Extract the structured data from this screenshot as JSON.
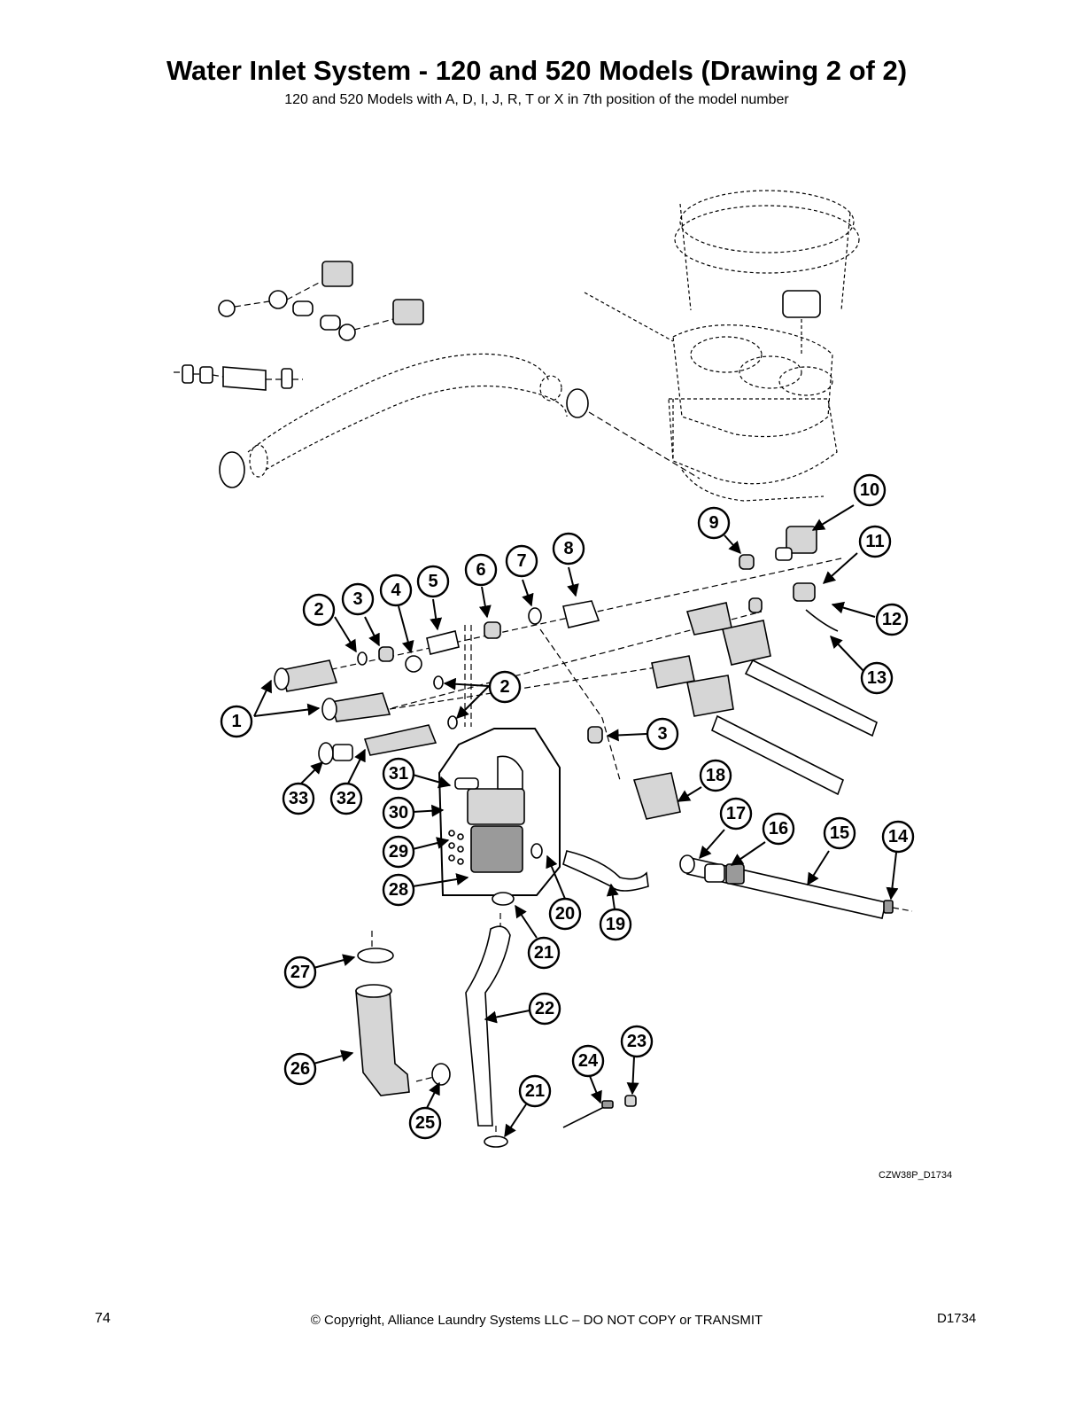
{
  "page": {
    "title": "Water Inlet System - 120 and 520 Models (Drawing 2 of 2)",
    "subtitle": "120 and 520 Models with A, D, I, J, R, T or X in 7th position of the model number",
    "drawing_code": "CZW38P_D1734",
    "page_number": "74",
    "copyright": "© Copyright, Alliance Laundry Systems LLC – DO NOT COPY or TRANSMIT",
    "doc_code": "D1734"
  },
  "callouts": [
    "1",
    "2",
    "3",
    "4",
    "5",
    "6",
    "7",
    "8",
    "9",
    "10",
    "11",
    "12",
    "13",
    "14",
    "15",
    "16",
    "17",
    "18",
    "19",
    "20",
    "21",
    "22",
    "23",
    "24",
    "25",
    "26",
    "27",
    "28",
    "29",
    "30",
    "31",
    "32",
    "33"
  ]
}
